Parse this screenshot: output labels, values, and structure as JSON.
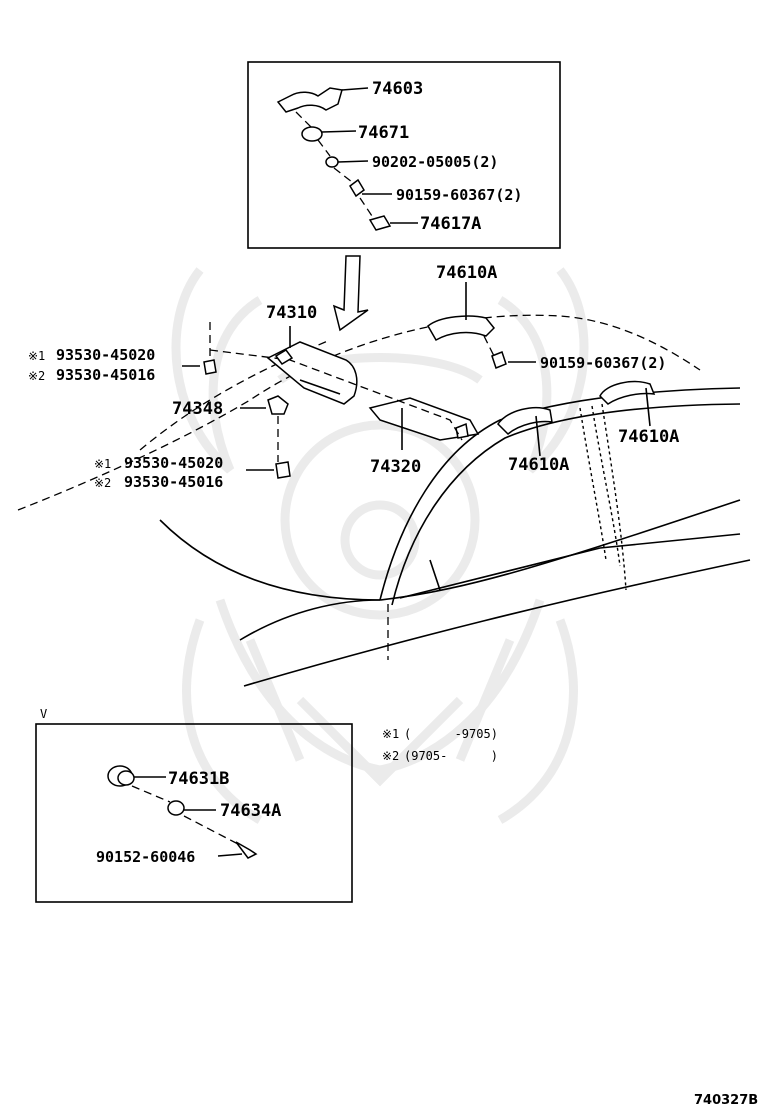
{
  "diagram": {
    "figure_code": "740327B",
    "view_marker": "V",
    "legend": [
      {
        "mark": "※1",
        "text": "(      -9705)"
      },
      {
        "mark": "※2",
        "text": "(9705-      )"
      }
    ],
    "top_inset_labels": [
      {
        "id": "p74603",
        "text": "74603"
      },
      {
        "id": "p74671",
        "text": "74671"
      },
      {
        "id": "p90202",
        "text": "90202-05005(2)"
      },
      {
        "id": "p90159a",
        "text": "90159-60367(2)"
      },
      {
        "id": "p74617a",
        "text": "74617A"
      }
    ],
    "main_labels": {
      "p74610a_top": "74610A",
      "p90159b": "90159-60367(2)",
      "p74310": "74310",
      "p74348": "74348",
      "p74320": "74320",
      "p74610a_mid": "74610A",
      "p74610a_right": "74610A",
      "screw_a_1_mark": "※1",
      "screw_a_1": "93530-45020",
      "screw_a_2_mark": "※2",
      "screw_a_2": "93530-45016",
      "screw_b_1_mark": "※1",
      "screw_b_1": "93530-45020",
      "screw_b_2_mark": "※2",
      "screw_b_2": "93530-45016"
    },
    "bottom_inset_labels": {
      "p74631b": "74631B",
      "p74634a": "74634A",
      "p90152": "90152-60046"
    }
  }
}
